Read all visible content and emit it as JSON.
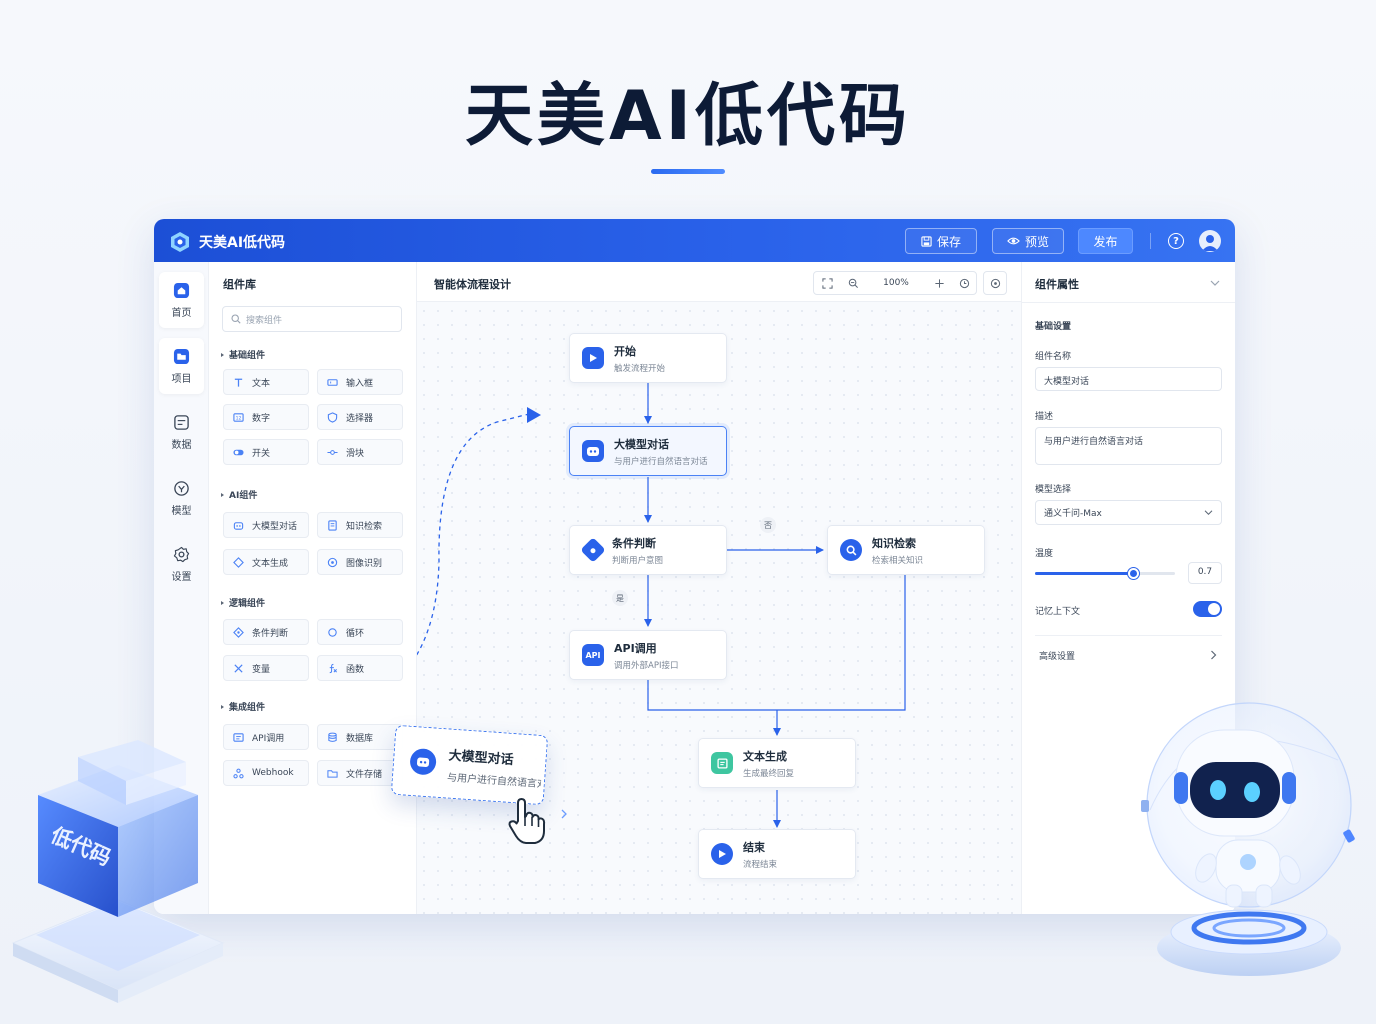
{
  "hero": {
    "title": "天美AI低代码"
  },
  "topbar": {
    "app_title": "天美AI低代码",
    "save_label": "保存",
    "preview_label": "预览",
    "publish_label": "发布",
    "help_glyph": "?"
  },
  "nav": {
    "items": [
      {
        "label": "首页",
        "icon": "home-icon"
      },
      {
        "label": "项目",
        "icon": "folder-icon"
      },
      {
        "label": "数据",
        "icon": "database-icon"
      },
      {
        "label": "模型",
        "icon": "model-icon"
      },
      {
        "label": "设置",
        "icon": "gear-icon"
      }
    ]
  },
  "library": {
    "title": "组件库",
    "search_placeholder": "搜索组件",
    "categories": [
      {
        "name": "基础组件",
        "items": [
          "文本",
          "输入框",
          "数字",
          "选择器",
          "开关",
          "滑块"
        ]
      },
      {
        "name": "AI组件",
        "items": [
          "大模型对话",
          "知识检索",
          "文本生成",
          "图像识别"
        ]
      },
      {
        "name": "逻辑组件",
        "items": [
          "条件判断",
          "循环",
          "变量",
          "函数"
        ]
      },
      {
        "name": "集成组件",
        "items": [
          "API调用",
          "数据库",
          "Webhook",
          "文件存储"
        ]
      }
    ]
  },
  "canvas": {
    "title": "智能体流程设计",
    "zoom": "100%",
    "nodes": {
      "start": {
        "title": "开始",
        "sub": "触发流程开始"
      },
      "llm": {
        "title": "大模型对话",
        "sub": "与用户进行自然语言对话"
      },
      "cond": {
        "title": "条件判断",
        "sub": "判断用户意图"
      },
      "kb": {
        "title": "知识检索",
        "sub": "检索相关知识"
      },
      "api": {
        "title": "API调用",
        "sub": "调用外部API接口"
      },
      "gen": {
        "title": "文本生成",
        "sub": "生成最终回复"
      },
      "end": {
        "title": "结束",
        "sub": "流程结束"
      }
    },
    "edge_labels": {
      "no": "否",
      "yes": "是"
    },
    "api_badge": "API"
  },
  "drag_card": {
    "title": "大模型对话",
    "sub": "与用户进行自然语言对话"
  },
  "props": {
    "title": "组件属性",
    "section": "基础设置",
    "name_label": "组件名称",
    "name_value": "大模型对话",
    "desc_label": "描述",
    "desc_value": "与用户进行自然语言对话",
    "model_label": "模型选择",
    "model_value": "通义千问-Max",
    "temp_label": "温度",
    "temp_value": "0.7",
    "temp_fraction": 0.7,
    "memory_label": "记忆上下文",
    "memory_on": true,
    "advanced_label": "高级设置"
  },
  "decor": {
    "cube_text": "低代码"
  },
  "colors": {
    "primary": "#2a62ea",
    "accent": "#4b82f5",
    "green": "#3ec6a0",
    "title": "#0d1b36"
  }
}
